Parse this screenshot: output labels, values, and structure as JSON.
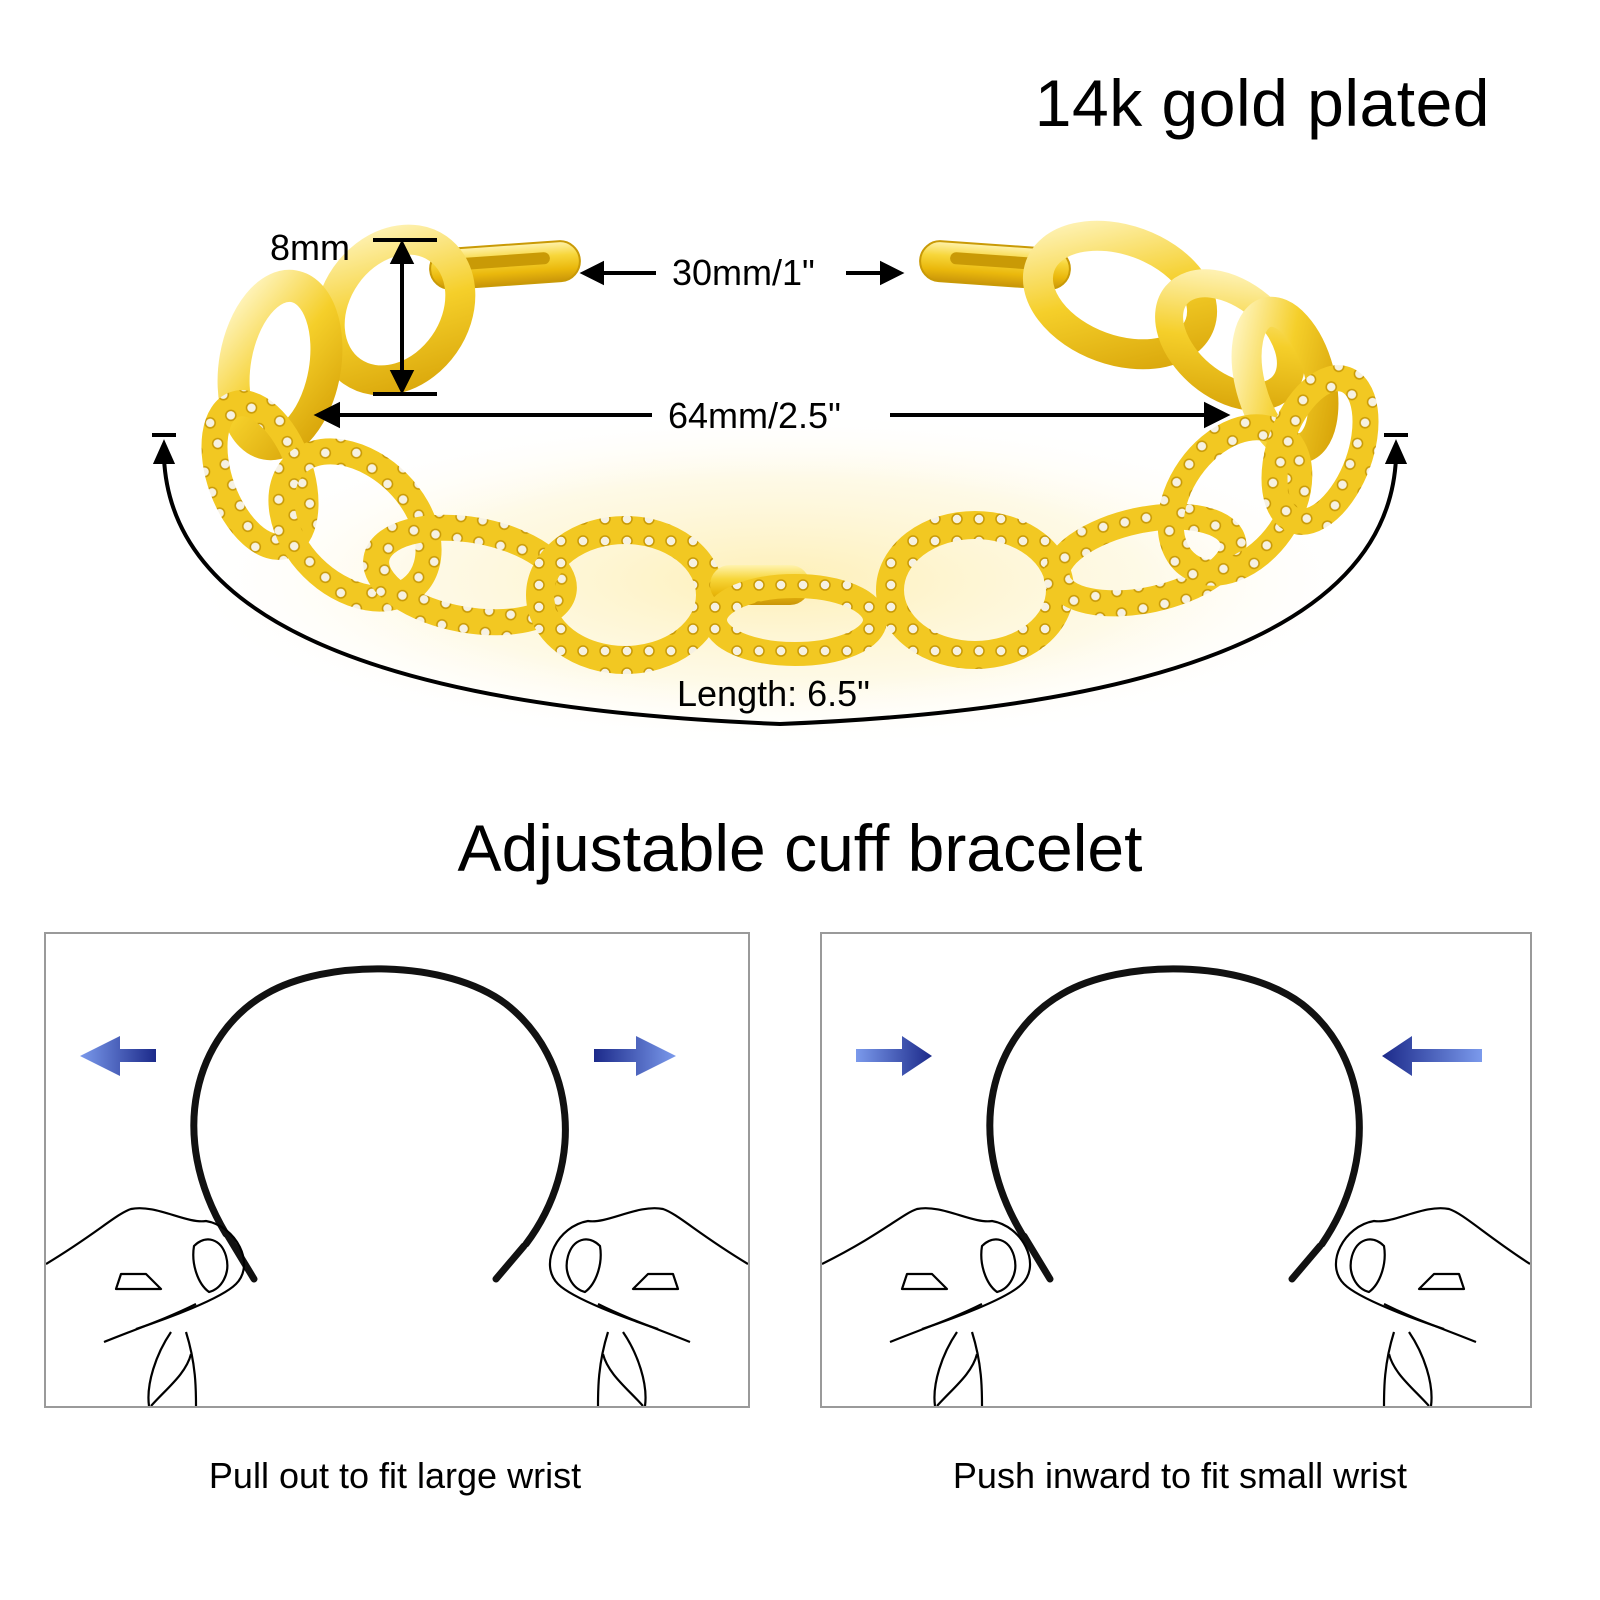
{
  "header": {
    "title": "14k gold plated"
  },
  "product_image": {
    "subject": "gold paperclip chain cuff bracelet with pavé links",
    "colors": {
      "gold_light": "#fbe98a",
      "gold_mid": "#f2c518",
      "gold_dark": "#c99a06",
      "stone": "#f4f1e6",
      "glow": "#fdf0b8"
    }
  },
  "dimensions": {
    "link_height": "8mm",
    "opening_gap": "30mm/1\"",
    "inner_width": "64mm/2.5\"",
    "length": "Length: 6.5\""
  },
  "section": {
    "title": "Adjustable cuff bracelet"
  },
  "instructions": [
    {
      "caption": "Pull out to fit large wrist",
      "arrow_direction": "outward",
      "left_arrow_icon": "arrow-left-icon",
      "right_arrow_icon": "arrow-right-icon"
    },
    {
      "caption": "Push inward to fit small wrist",
      "arrow_direction": "inward",
      "left_arrow_icon": "arrow-right-icon",
      "right_arrow_icon": "arrow-left-icon"
    }
  ],
  "colors": {
    "arrow_dark": "#1f2f8f",
    "arrow_light": "#6f8fe6",
    "panel_border": "#9a9a9a",
    "line": "#000000"
  }
}
